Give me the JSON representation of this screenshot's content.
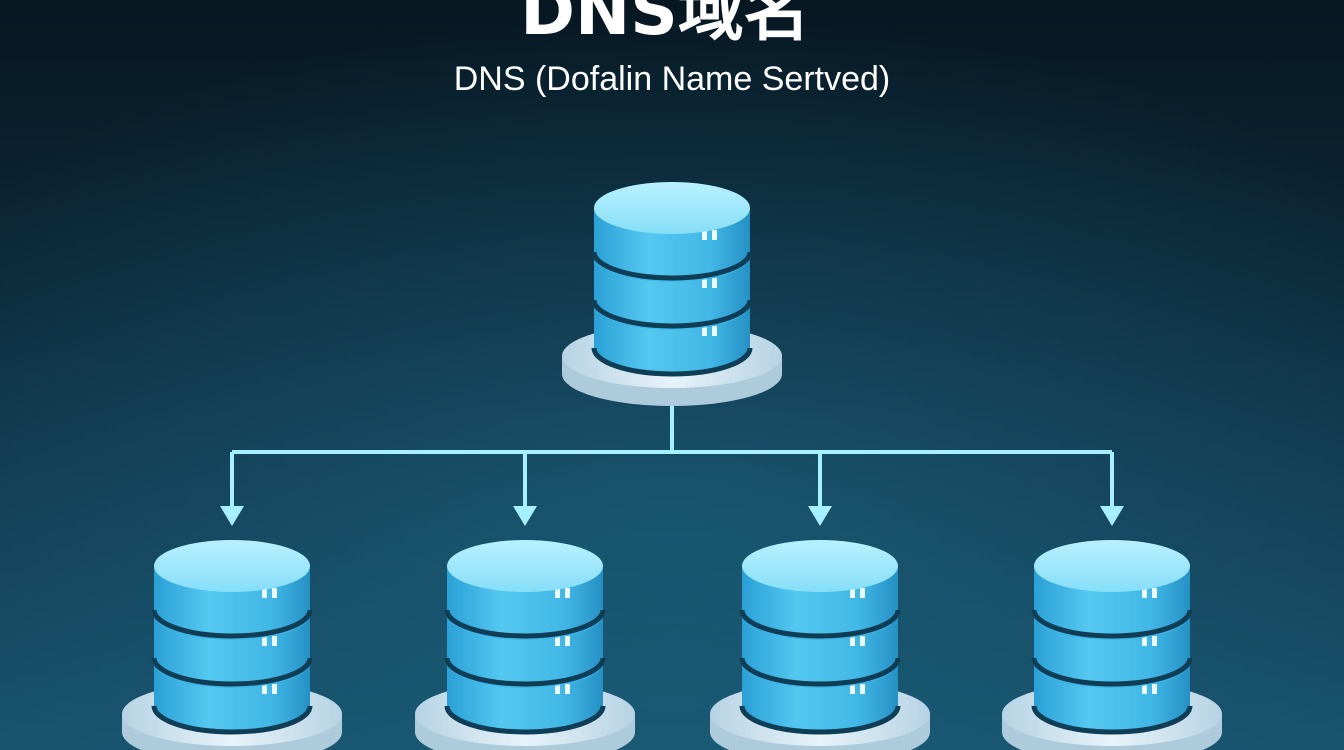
{
  "title": "DNS域名",
  "subtitle": "DNS (Dofalin Name Sertved)",
  "colors": {
    "background_top": "#071722",
    "background_bottom": "#17506a",
    "disk_top": "#a8ecff",
    "disk_side": "#3bb6e8",
    "disk_dark": "#1b6e92",
    "gap": "#0f3d55",
    "base": "#dfeef7",
    "base_side": "#aecbdc",
    "connector": "#a6f0ff",
    "led": "#eafcff"
  },
  "diagram": {
    "root": {
      "name": "root-server",
      "tiers": 3
    },
    "children": [
      {
        "name": "child-server-1",
        "tiers": 3
      },
      {
        "name": "child-server-2",
        "tiers": 3
      },
      {
        "name": "child-server-3",
        "tiers": 3
      },
      {
        "name": "child-server-4",
        "tiers": 3
      }
    ]
  }
}
